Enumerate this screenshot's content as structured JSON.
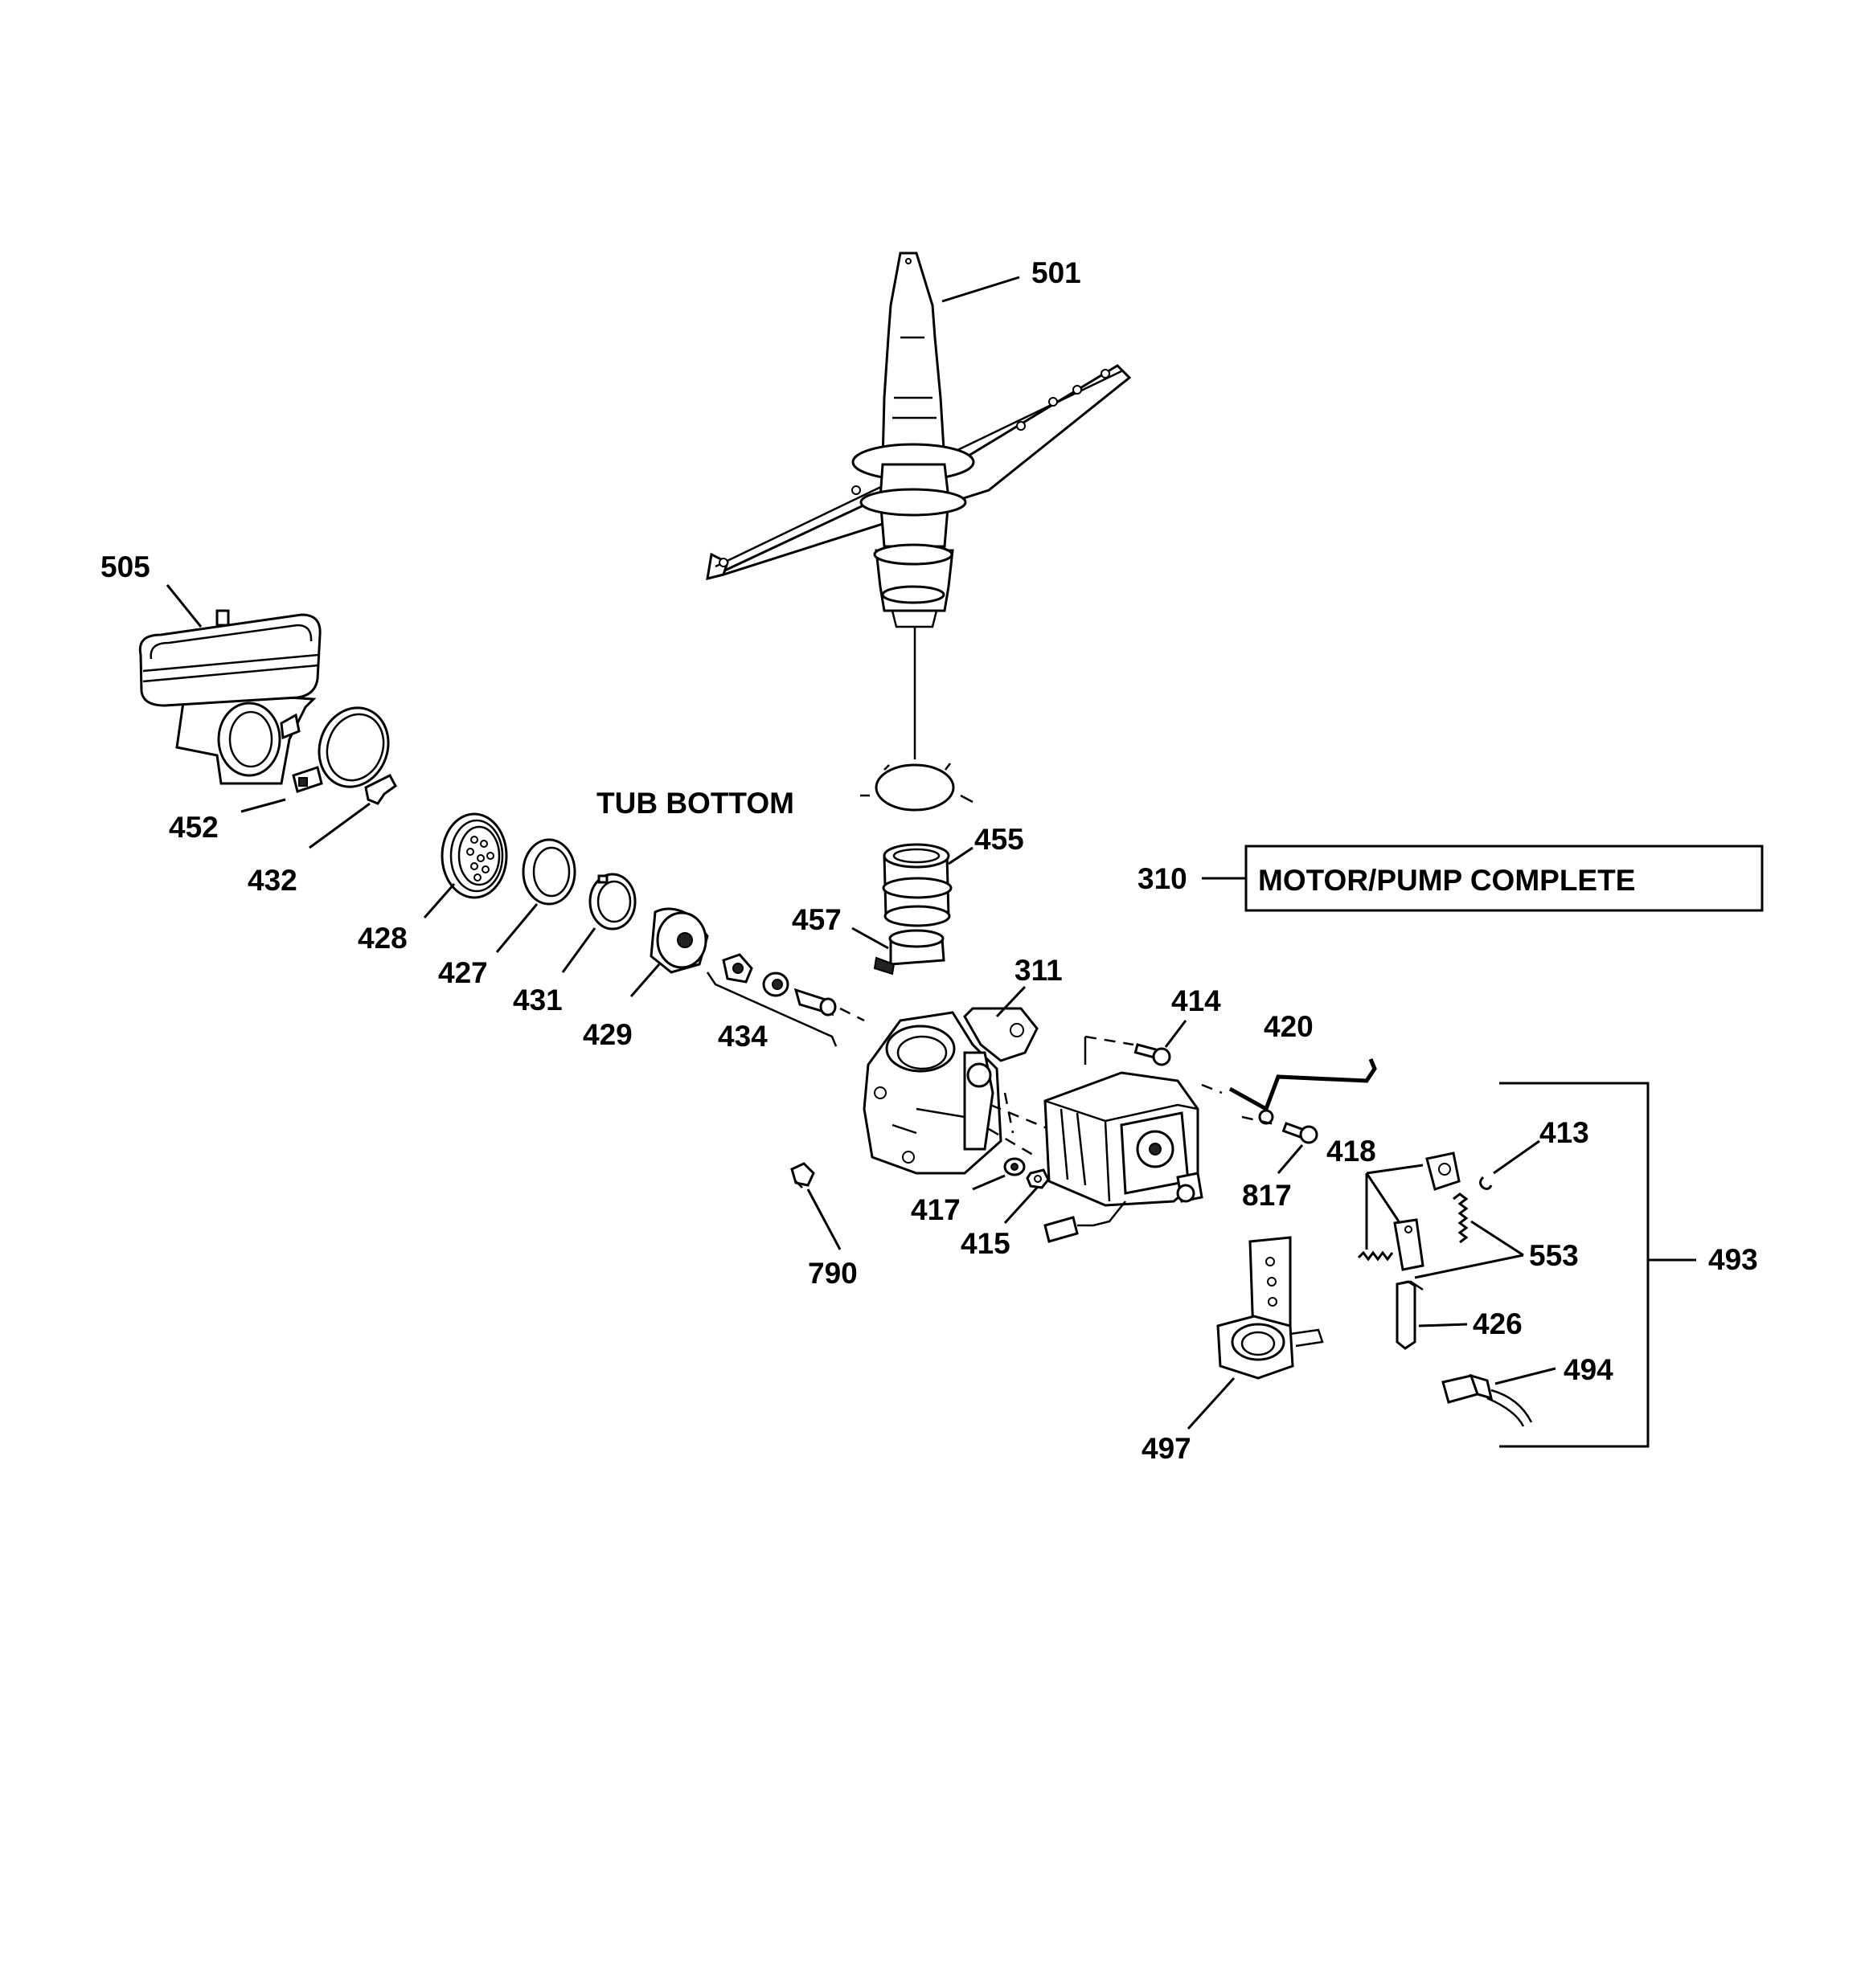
{
  "labels": {
    "p501": "501",
    "p505": "505",
    "p452": "452",
    "p432": "432",
    "p428": "428",
    "p427": "427",
    "p431": "431",
    "p429": "429",
    "p434": "434",
    "tub_bottom": "TUB BOTTOM",
    "p455": "455",
    "p457": "457",
    "p310": "310",
    "motor_pump_complete": "MOTOR/PUMP COMPLETE",
    "p311": "311",
    "p414": "414",
    "p420": "420",
    "p413": "413",
    "p418": "418",
    "p817": "817",
    "p417": "417",
    "p415": "415",
    "p790": "790",
    "p553": "553",
    "p493": "493",
    "p426": "426",
    "p494": "494",
    "p497": "497"
  }
}
